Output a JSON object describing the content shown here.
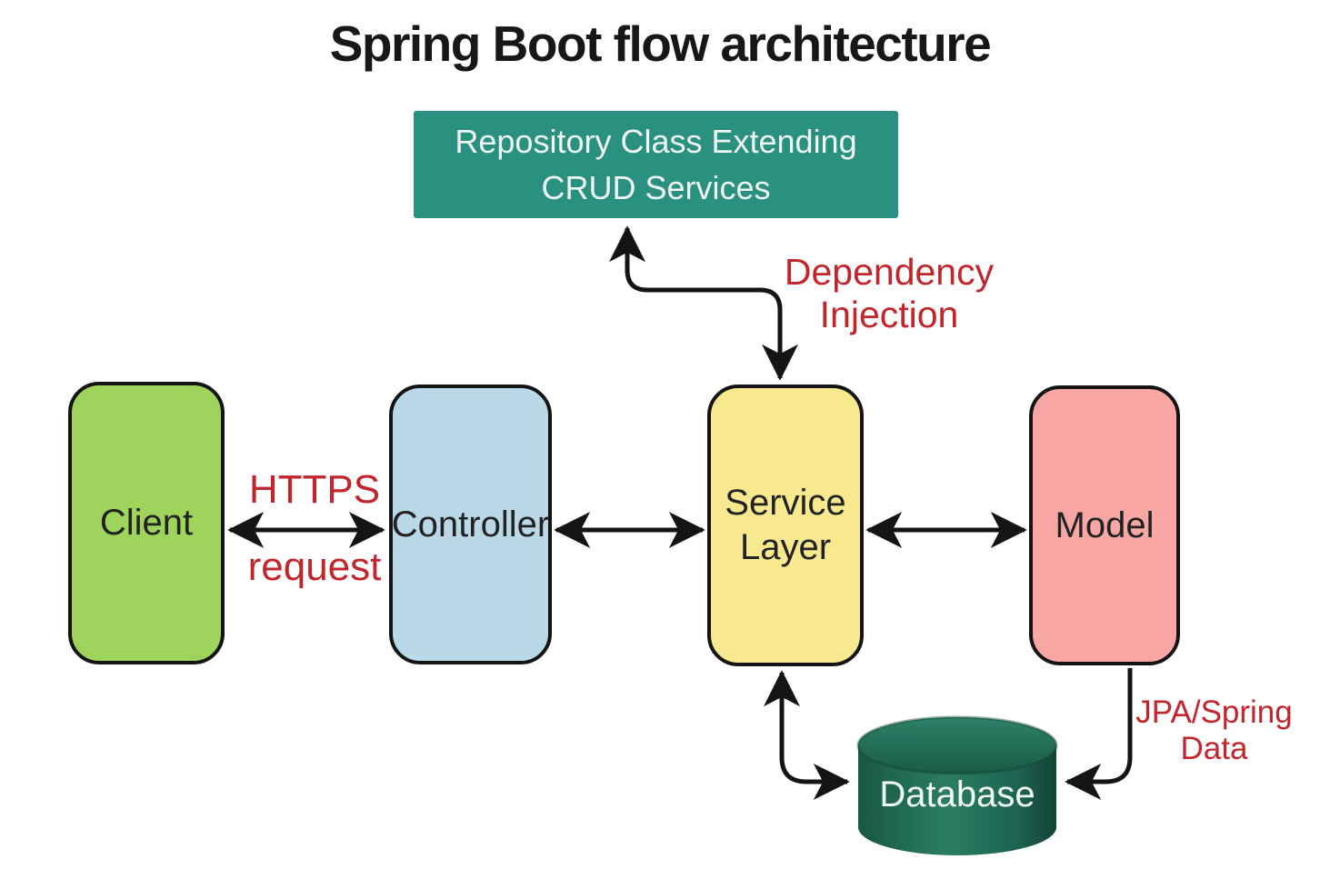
{
  "title": "Spring Boot flow architecture",
  "nodes": {
    "repository": {
      "label": "Repository Class Extending CRUD Services",
      "line1": "Repository Class Extending",
      "line2": "CRUD Services",
      "color": "#2a9080",
      "text_color": "#eef7f4"
    },
    "client": {
      "label": "Client",
      "color": "#9ed35c",
      "text_color": "#222222"
    },
    "controller": {
      "label": "Controller",
      "color": "#b9d8e8",
      "text_color": "#222222"
    },
    "service": {
      "label": "Service Layer",
      "color": "#f9e98e",
      "text_color": "#222222"
    },
    "model": {
      "label": "Model",
      "color": "#f9a7a4",
      "text_color": "#222222"
    },
    "database": {
      "label": "Database",
      "color": "#1d6650",
      "text_color": "#f2faf7",
      "shape": "cylinder"
    }
  },
  "edge_labels": {
    "https_request": {
      "line1": "HTTPS",
      "line2": "request",
      "color": "#c3252c"
    },
    "dependency_injection": {
      "line1": "Dependency",
      "line2": "Injection",
      "color": "#c3252c"
    },
    "jpa_spring_data": {
      "line1": "JPA/Spring",
      "line2": "Data",
      "color": "#c3252c"
    }
  },
  "connections": [
    {
      "from": "Client",
      "to": "Controller",
      "direction": "bidirectional",
      "label": "HTTPS request"
    },
    {
      "from": "Controller",
      "to": "Service Layer",
      "direction": "bidirectional",
      "label": ""
    },
    {
      "from": "Service Layer",
      "to": "Model",
      "direction": "bidirectional",
      "label": ""
    },
    {
      "from": "Service Layer",
      "to": "Repository Class Extending CRUD Services",
      "direction": "bidirectional",
      "label": "Dependency Injection"
    },
    {
      "from": "Service Layer",
      "to": "Database",
      "direction": "bidirectional",
      "label": ""
    },
    {
      "from": "Model",
      "to": "Database",
      "direction": "directed",
      "label": "JPA/Spring Data"
    }
  ],
  "style": {
    "arrow_color": "#141414",
    "background": "#ffffff",
    "red_label_color": "#c3252c",
    "title_color": "#171717"
  }
}
